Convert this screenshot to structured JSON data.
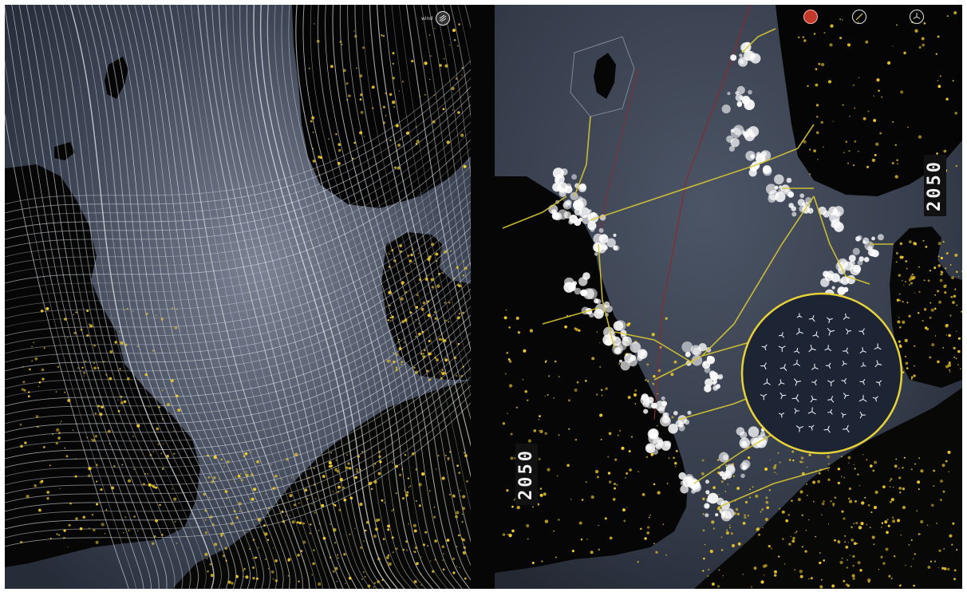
{
  "left_panel": {
    "legend": {
      "label": "wind",
      "icon": "wind-flow-icon"
    }
  },
  "right_panel": {
    "year_label_top": "2050",
    "year_label_bottom": "2050",
    "legend": [
      {
        "label": "",
        "icon": "red-dot-icon",
        "color": "#c0392b"
      },
      {
        "label": "",
        "icon": "cable-line-icon"
      },
      {
        "label": "",
        "icon": "turbine-icon"
      }
    ],
    "inset": {
      "icon": "wind-turbine-icon",
      "ring_color": "#e8d23a"
    }
  },
  "colors": {
    "sea": "#2c3340",
    "land": "#050505",
    "city_lights": "#f5cf2a",
    "grid_lines": "#d8c832",
    "wind_streams": "#e6e9ee",
    "wind_farms": "#ffffff",
    "border_line": "#8a2a2a"
  }
}
